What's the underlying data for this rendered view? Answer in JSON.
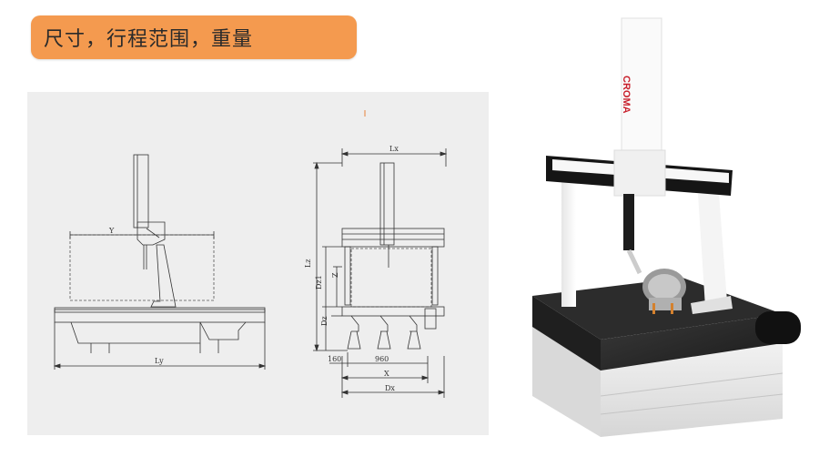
{
  "header": {
    "title": "尺寸，行程范围，重量"
  },
  "drawing": {
    "labels": {
      "y": "Y",
      "ly": "Ly",
      "lx": "Lx",
      "lz": "Lz",
      "dz1": "Dz1",
      "z": "Z",
      "dz": "Dz",
      "offset": "160",
      "span": "960",
      "x": "X",
      "dx": "Dx"
    }
  },
  "photo": {
    "brand": "CROMA"
  },
  "colors": {
    "accent": "#f49a4f",
    "panel": "#eeeeee",
    "line": "#333333",
    "brand_red": "#c8202c"
  }
}
